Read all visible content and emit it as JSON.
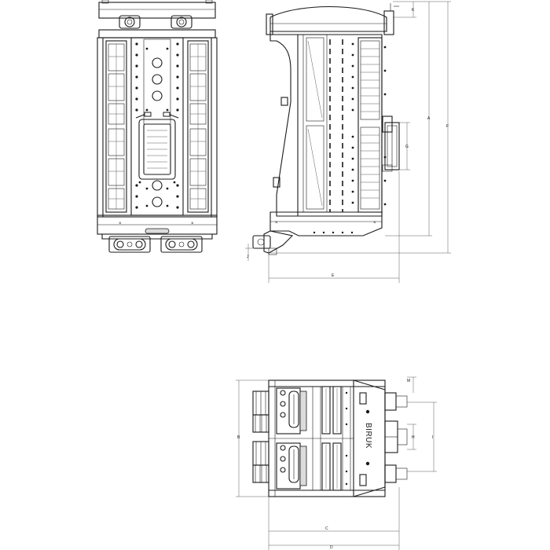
{
  "drawing": {
    "brand_text": "BIRUK",
    "marks": {
      "cross_front": "×",
      "cross_side": "×"
    },
    "dimension_labels": {
      "A": "A",
      "B": "B",
      "C": "C",
      "D": "D",
      "E": "E",
      "F": "F",
      "G": "G",
      "H": "H",
      "I": "I",
      "J": "J",
      "K": "K",
      "M": "M"
    }
  }
}
